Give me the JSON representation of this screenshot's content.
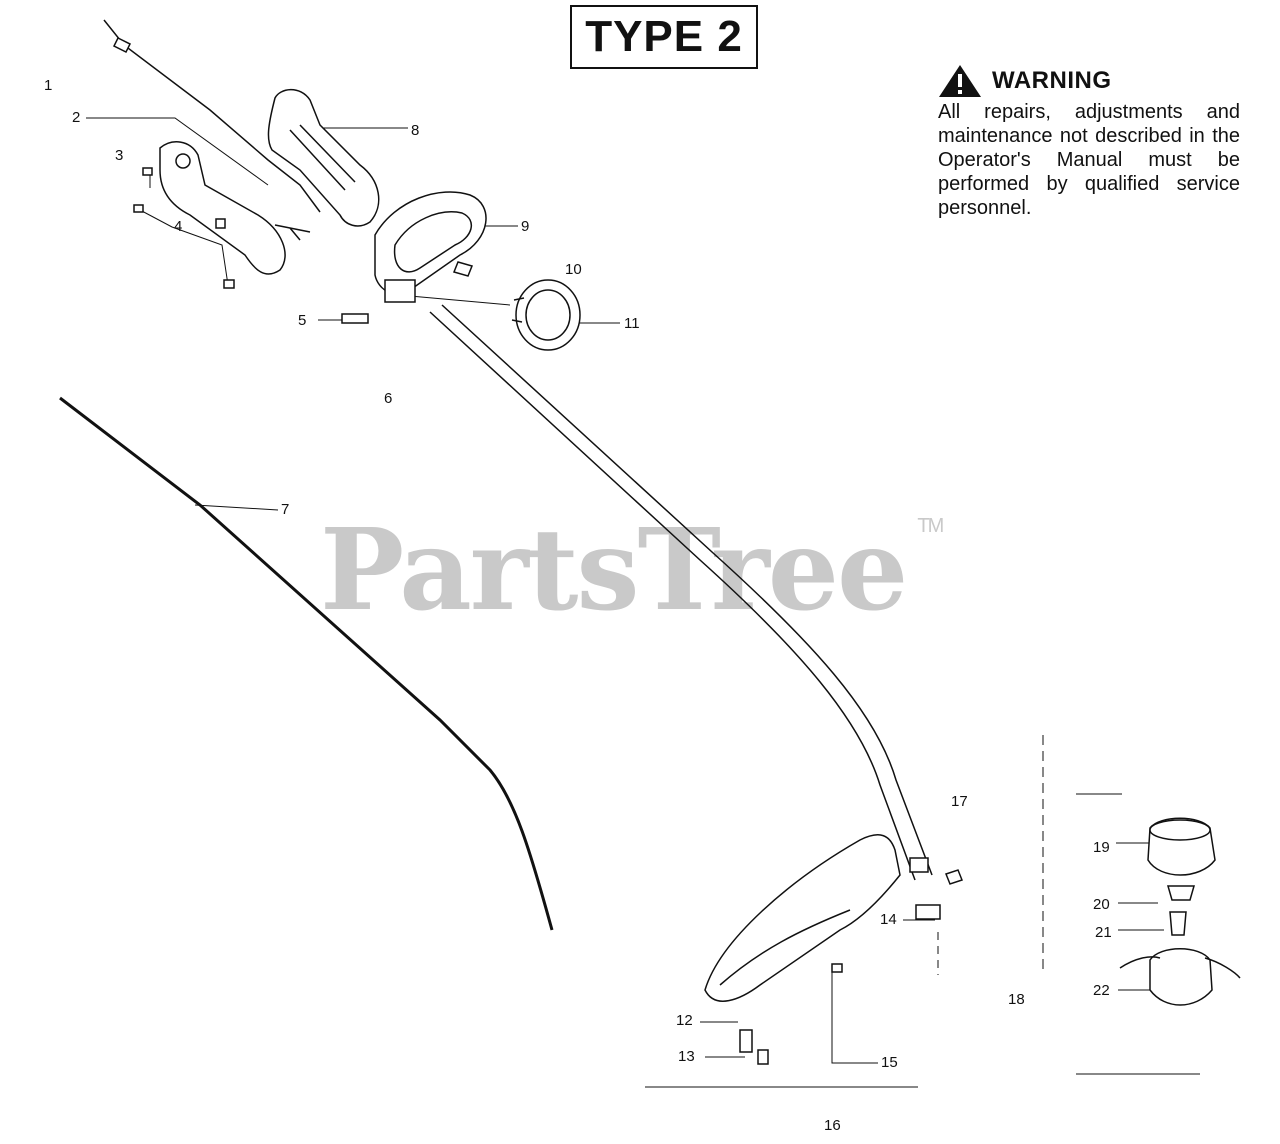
{
  "header": {
    "type_label": "TYPE 2"
  },
  "warning": {
    "title": "WARNING",
    "body": "All repairs, adjustments and maintenance not described in the Operator's Manual must be performed by qualified service personnel."
  },
  "watermark": {
    "text": "PartsTree",
    "tm": "TM"
  },
  "callouts": [
    "1",
    "2",
    "3",
    "4",
    "5",
    "6",
    "7",
    "8",
    "9",
    "10",
    "11",
    "12",
    "13",
    "14",
    "15",
    "16",
    "17",
    "18",
    "19",
    "20",
    "21",
    "22"
  ],
  "icons": {
    "warning": "warning-triangle-icon"
  },
  "colors": {
    "line": "#111111",
    "watermark": "#c9c9c9"
  }
}
